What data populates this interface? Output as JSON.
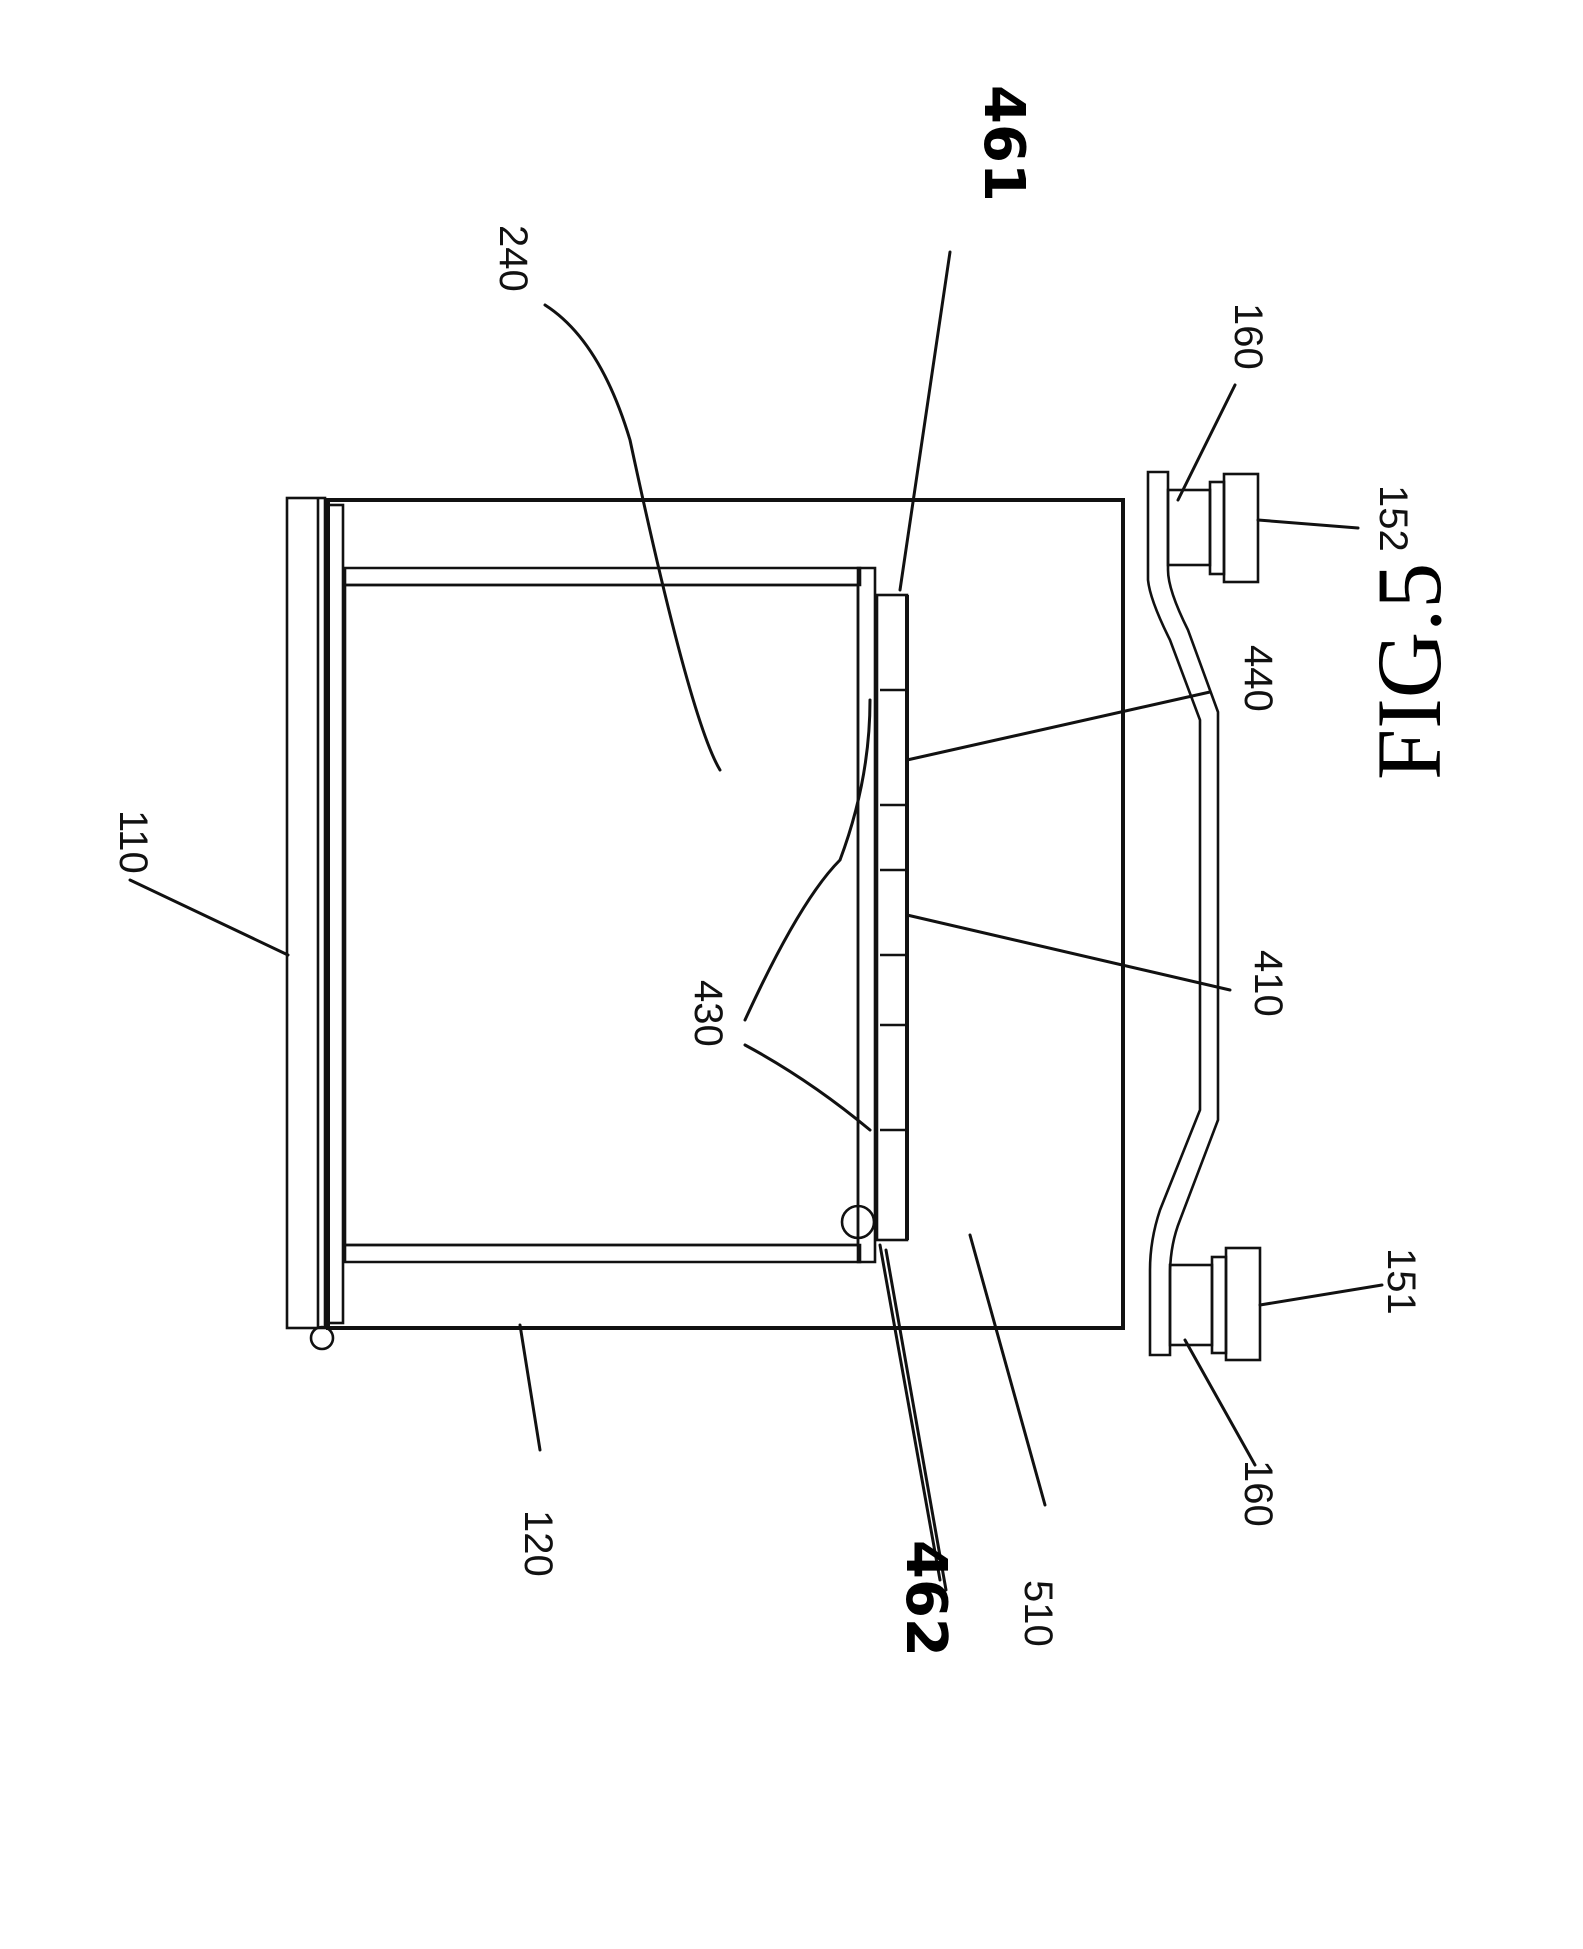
{
  "figure": {
    "caption": "FIG.5",
    "labels": {
      "l110": "110",
      "l120": "120",
      "l240": "240",
      "l461": "461",
      "l462": "462",
      "l440": "440",
      "l430": "430",
      "l410": "410",
      "l510": "510",
      "l160_top": "160",
      "l160_bottom": "160",
      "l152": "152",
      "l151": "151"
    },
    "colors": {
      "ink": "#111111",
      "background": "#ffffff"
    }
  }
}
